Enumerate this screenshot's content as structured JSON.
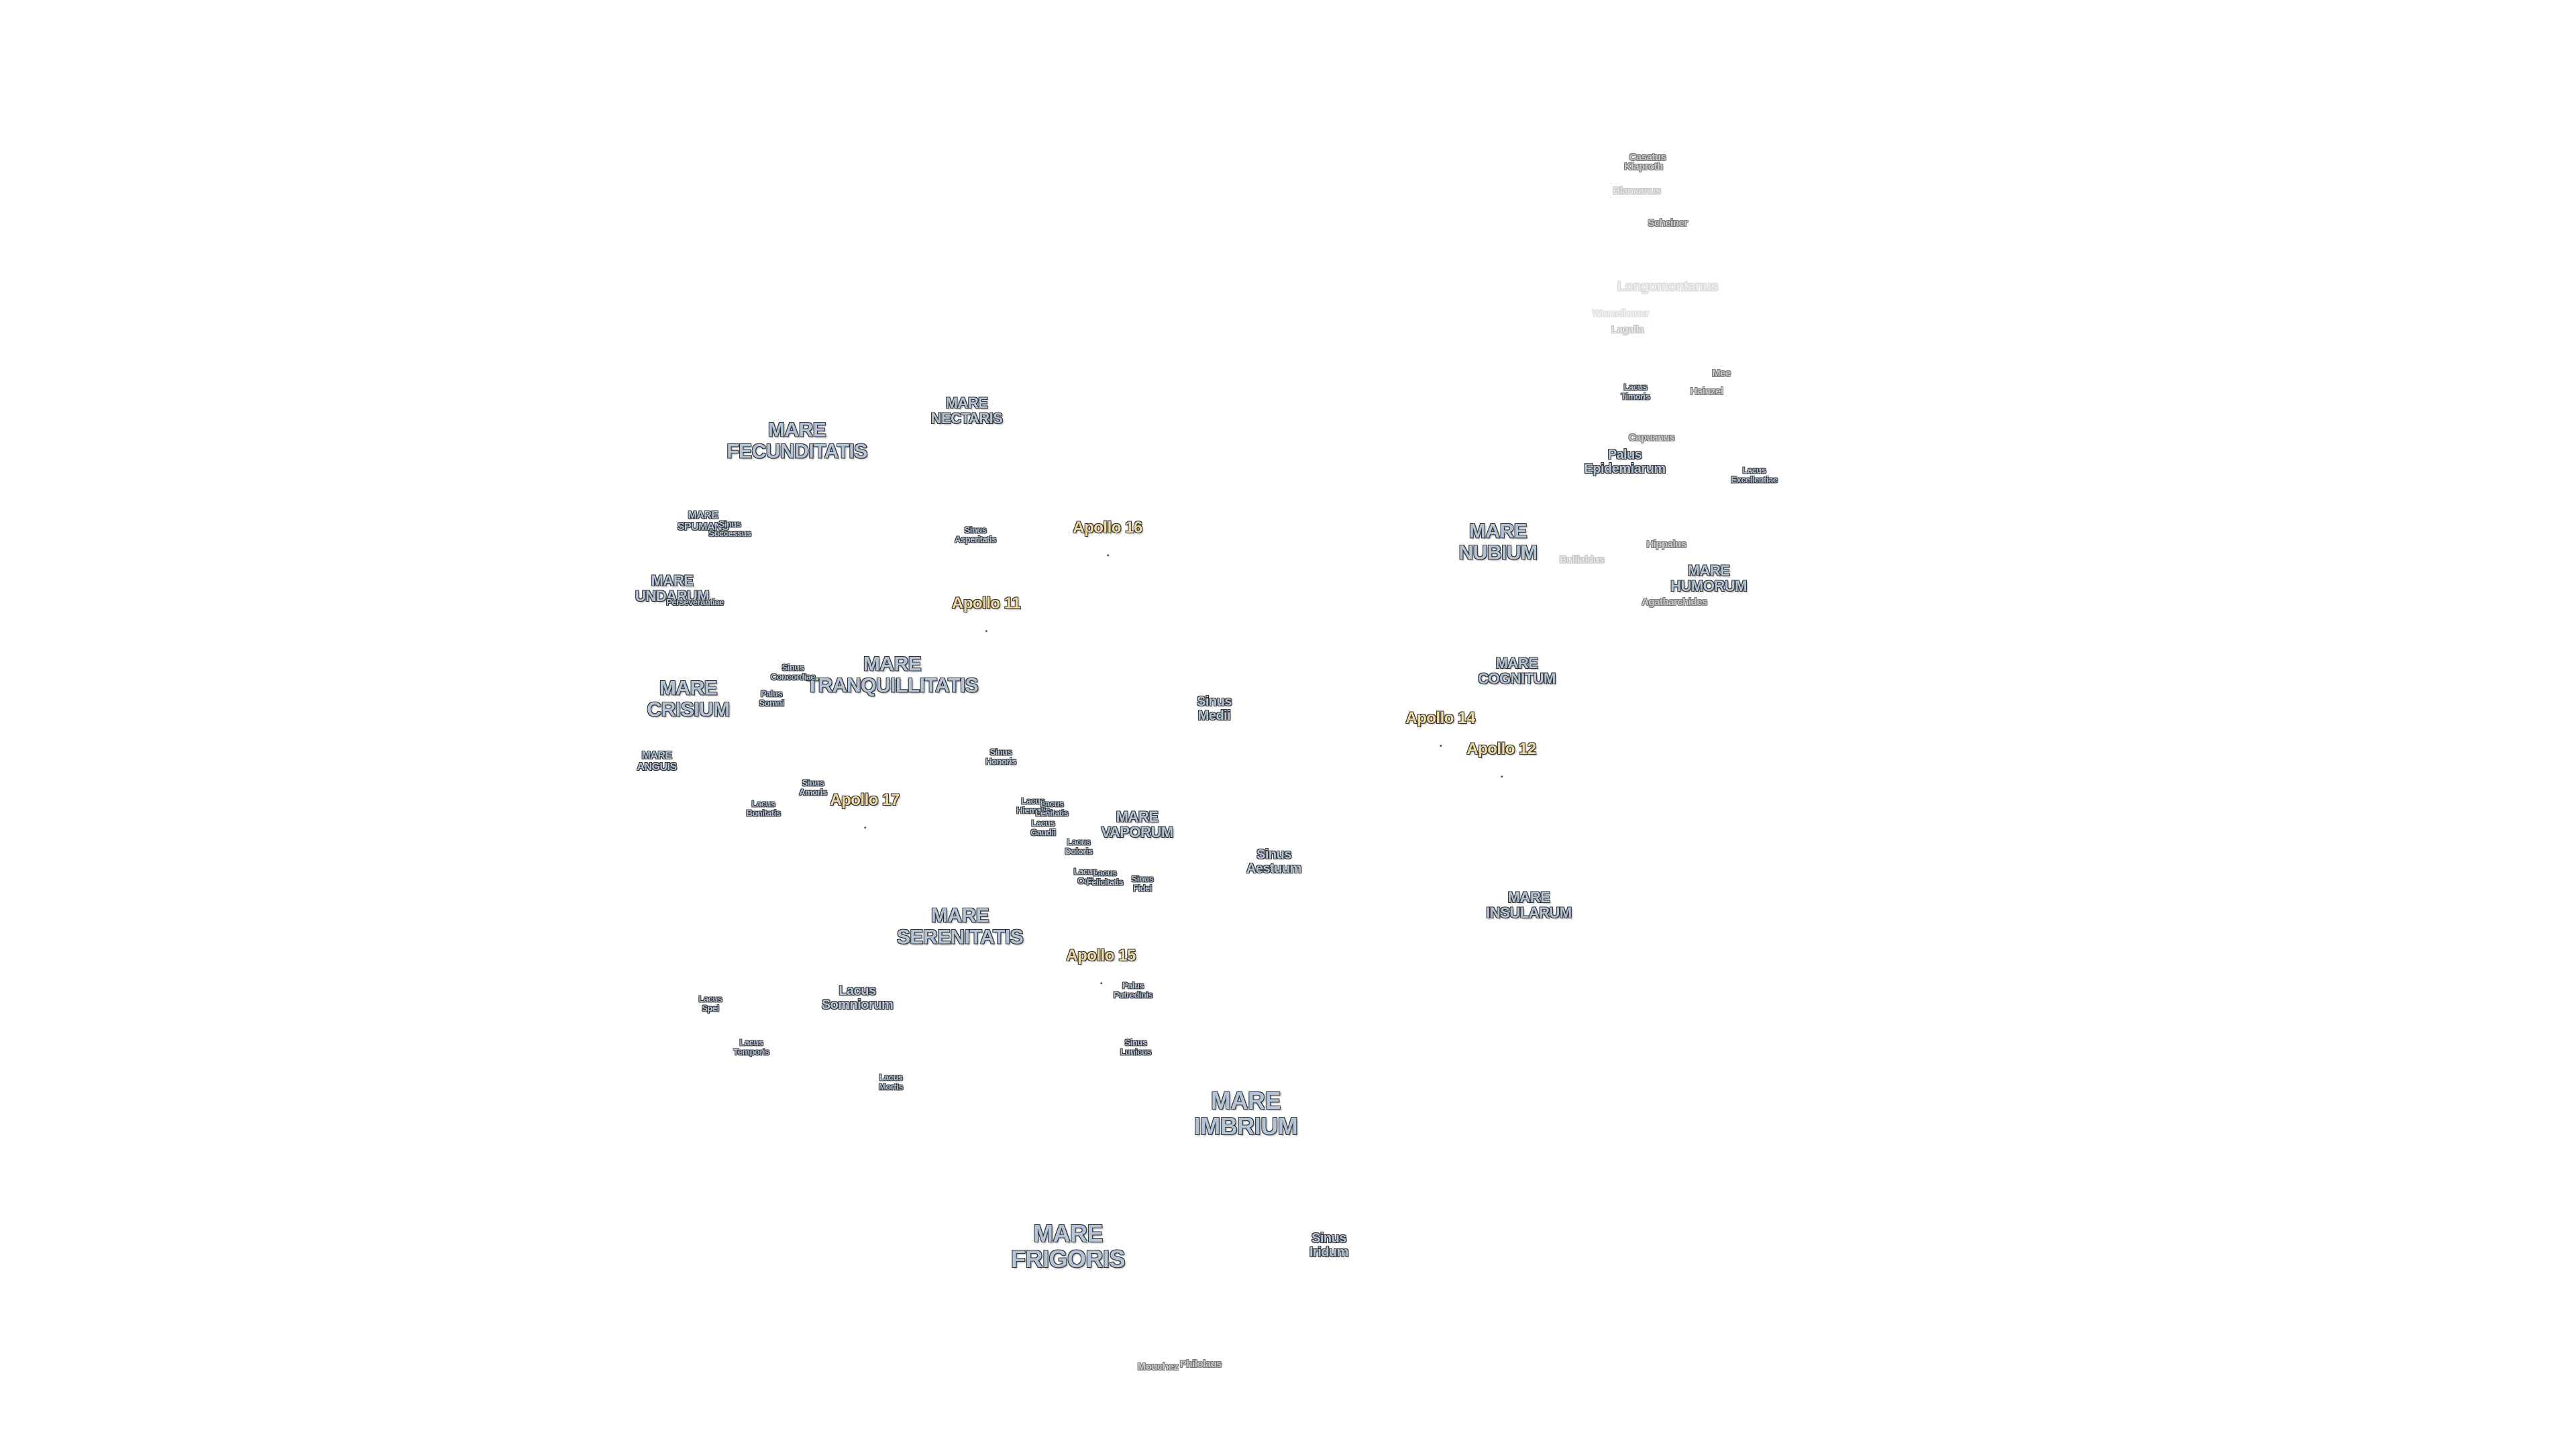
{
  "maria": {
    "fecunditatis": "MARE\nFECUNDITATIS",
    "nectaris": "MARE\nNECTARIS",
    "spumans": "MARE\nSPUMANS",
    "undarum": "MARE\nUNDARUM",
    "crisium": "MARE\nCRISIUM",
    "anguis": "MARE\nANGUIS",
    "tranquillitatis": "MARE\nTRANQUILLITATIS",
    "vaporum": "MARE\nVAPORUM",
    "serenitatis": "MARE\nSERENITATIS",
    "imbrium": "MARE\nIMBRIUM",
    "frigoris": "MARE\nFRIGORIS",
    "nubium": "MARE\nNUBIUM",
    "cognitum": "MARE\nCOGNITUM",
    "humorum": "MARE\nHUMORUM",
    "insularum": "MARE\nINSULARUM"
  },
  "features": {
    "sinus_successus": "Sinus\nSuccessus",
    "sinus_asperitatis": "Sinus\nAsperitatis",
    "palus_somni": "Palus\nSomni",
    "sinus_concordiae": "Sinus\nConcordiae",
    "sinus_medii": "Sinus\nMedii",
    "sinus_honoris": "Sinus\nHonoris",
    "sinus_amoris": "Sinus\nAmoris",
    "lacus_bonitatis": "Lacus\nBonitatis",
    "lacus_hiemalis": "Lacus\nHiemalis",
    "lacus_lenitatis": "Lacus\nLenitatis",
    "lacus_gaudii": "Lacus\nGaudii",
    "lacus_doloris": "Lacus\nDoloris",
    "lacus_odii": "Lacus\nOdii",
    "lacus_felicitatis": "Lacus\nFelicitatis",
    "sinus_fidei": "Sinus\nFidei",
    "sinus_aestuum": "Sinus\nAestuum",
    "lacus_somniorum": "Lacus\nSomniorum",
    "lacus_spei": "Lacus\nSpei",
    "lacus_temporis": "Lacus\nTemporis",
    "lacus_mortis": "Lacus\nMortis",
    "palus_putredinis": "Palus\nPutredinis",
    "sinus_lunicus": "Sinus\nLunicus",
    "sinus_iridum": "Sinus\nIridum",
    "lacus_timoris": "Lacus\nTimoris",
    "palus_epidemiarum": "Palus\nEpidemiarum",
    "lacus_excellentiae": "Lacus\nExcellentiae",
    "mare_fecunditatis_extra": "Perseverantiae"
  },
  "apollo": {
    "a11": "Apollo 11",
    "a12": "Apollo 12",
    "a14": "Apollo 14",
    "a15": "Apollo 15",
    "a16": "Apollo 16",
    "a17": "Apollo 17"
  },
  "craters": {
    "casatus": "Casatus",
    "klaproth": "Klaproth",
    "blancanus": "Blancanus",
    "scheiner": "Scheiner",
    "longomontanus": "Longomontanus",
    "wurzelbauer": "Wurzelbauer",
    "lagalla": "Lagalla",
    "mee": "Mee",
    "hainzel": "Hainzel",
    "capuanus": "Capuanus",
    "hippalus": "Hippalus",
    "bullialdus": "Bullialdus",
    "agatharchides": "Agatharchides",
    "mouchez": "Mouchez",
    "philolaus": "Philolaus"
  }
}
